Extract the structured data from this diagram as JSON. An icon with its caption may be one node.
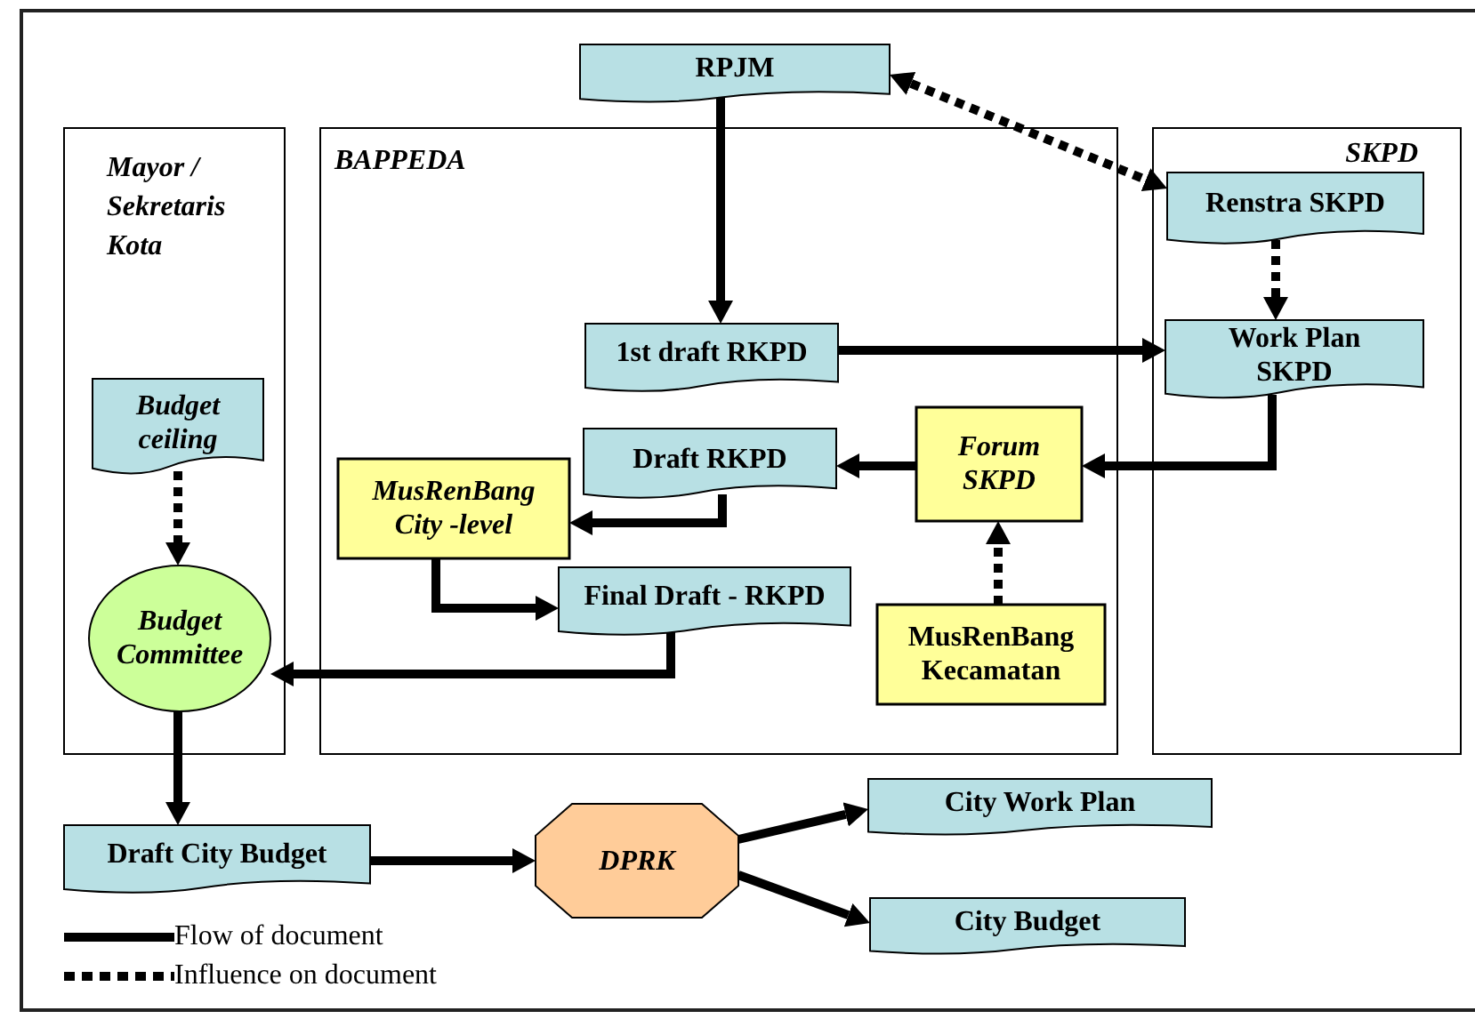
{
  "diagram": {
    "nodes": [
      {
        "text": [
          "Mayor / Sekretaris Kota"
        ]
      },
      {
        "text": [
          "BAPPEDA"
        ]
      },
      {
        "text": [
          "SKPD"
        ]
      },
      {
        "text": [
          "RPJM"
        ]
      },
      {
        "text": [
          "Budget ceiling"
        ],
        "in": 0
      },
      {
        "text": [
          "Budget Committee"
        ],
        "in": 0
      },
      {
        "text": [
          "1st draft RKPD"
        ],
        "in": 1
      },
      {
        "text": [
          "Draft RKPD"
        ],
        "in": 1
      },
      {
        "text": [
          "MusRenBang City -level"
        ],
        "in": 1
      },
      {
        "text": [
          "Forum SKPD"
        ],
        "in": 1
      },
      {
        "text": [
          "Final Draft - RKPD"
        ],
        "in": 1
      },
      {
        "text": [
          "MusRenBang Kecamatan"
        ],
        "in": 1
      },
      {
        "text": [
          "Renstra SKPD"
        ],
        "in": 2
      },
      {
        "text": [
          "Work Plan SKPD"
        ],
        "in": 2
      },
      {
        "text": [
          "Draft City  Budget"
        ]
      },
      {
        "text": [
          "DPRK"
        ]
      },
      {
        "text": [
          "City Work Plan"
        ]
      },
      {
        "text": [
          "City Budget"
        ]
      }
    ],
    "edges": [
      {
        "from": 3,
        "to": 6,
        "arrow": "to"
      },
      {
        "from": 3,
        "to": 12,
        "arrow": "both",
        "style": "dashed"
      },
      {
        "from": 12,
        "to": 13,
        "arrow": "to",
        "style": "dashed"
      },
      {
        "from": 6,
        "to": 13,
        "arrow": "to"
      },
      {
        "from": 13,
        "to": 9,
        "arrow": "to"
      },
      {
        "from": 9,
        "to": 7,
        "arrow": "to"
      },
      {
        "from": 7,
        "to": 8,
        "arrow": "to"
      },
      {
        "from": 8,
        "to": 10,
        "arrow": "to"
      },
      {
        "from": 10,
        "to": 5,
        "arrow": "to"
      },
      {
        "from": 11,
        "to": 9,
        "arrow": "to",
        "style": "dashed"
      },
      {
        "from": 4,
        "to": 5,
        "arrow": "to",
        "style": "dashed"
      },
      {
        "from": 5,
        "to": 14,
        "arrow": "to"
      },
      {
        "from": 14,
        "to": 15,
        "arrow": "to"
      },
      {
        "from": 15,
        "to": 16,
        "arrow": "to"
      },
      {
        "from": 15,
        "to": 17,
        "arrow": "to"
      }
    ],
    "legend": [
      {
        "text": "Flow of document"
      },
      {
        "text": "Influence on document"
      }
    ]
  }
}
